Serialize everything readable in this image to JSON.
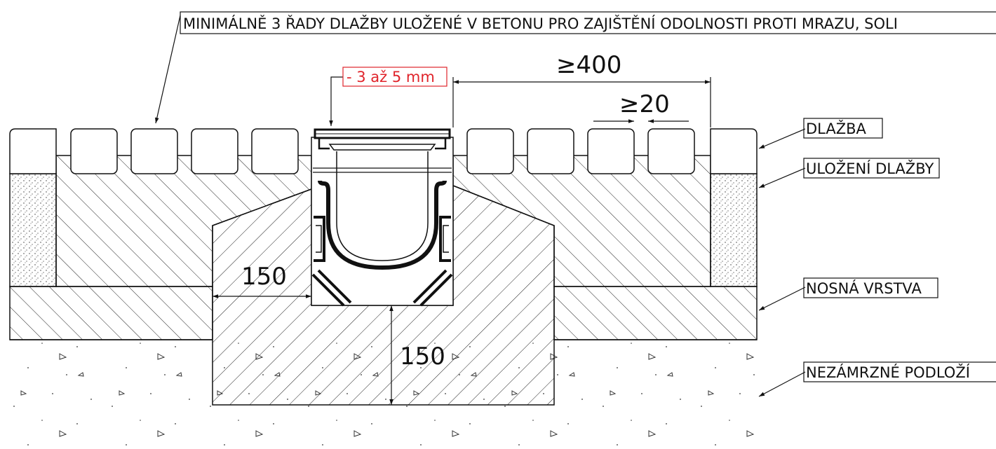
{
  "labels": {
    "top_note": "MINIMÁLNĚ 3 ŘADY DLAŽBY ULOŽENÉ V BETONU PRO ZAJIŠTĚNÍ ODOLNOSTI PROTI MRAZU, SOLI",
    "layer_paving": "DLAŽBA",
    "layer_bedding": "ULOŽENÍ DLAŽBY",
    "layer_base": "NOSNÁ VRSTVA",
    "layer_subgrade": "NEZÁMRZNÉ PODLOŽÍ",
    "grate_offset": "- 3 až 5 mm"
  },
  "dimensions": {
    "width_min": "≥400",
    "joint_min": "≥20",
    "side_concrete": "150",
    "bottom_concrete": "150"
  },
  "colors": {
    "line": "#111111",
    "accent_red": "#e0242b",
    "background": "#ffffff"
  }
}
